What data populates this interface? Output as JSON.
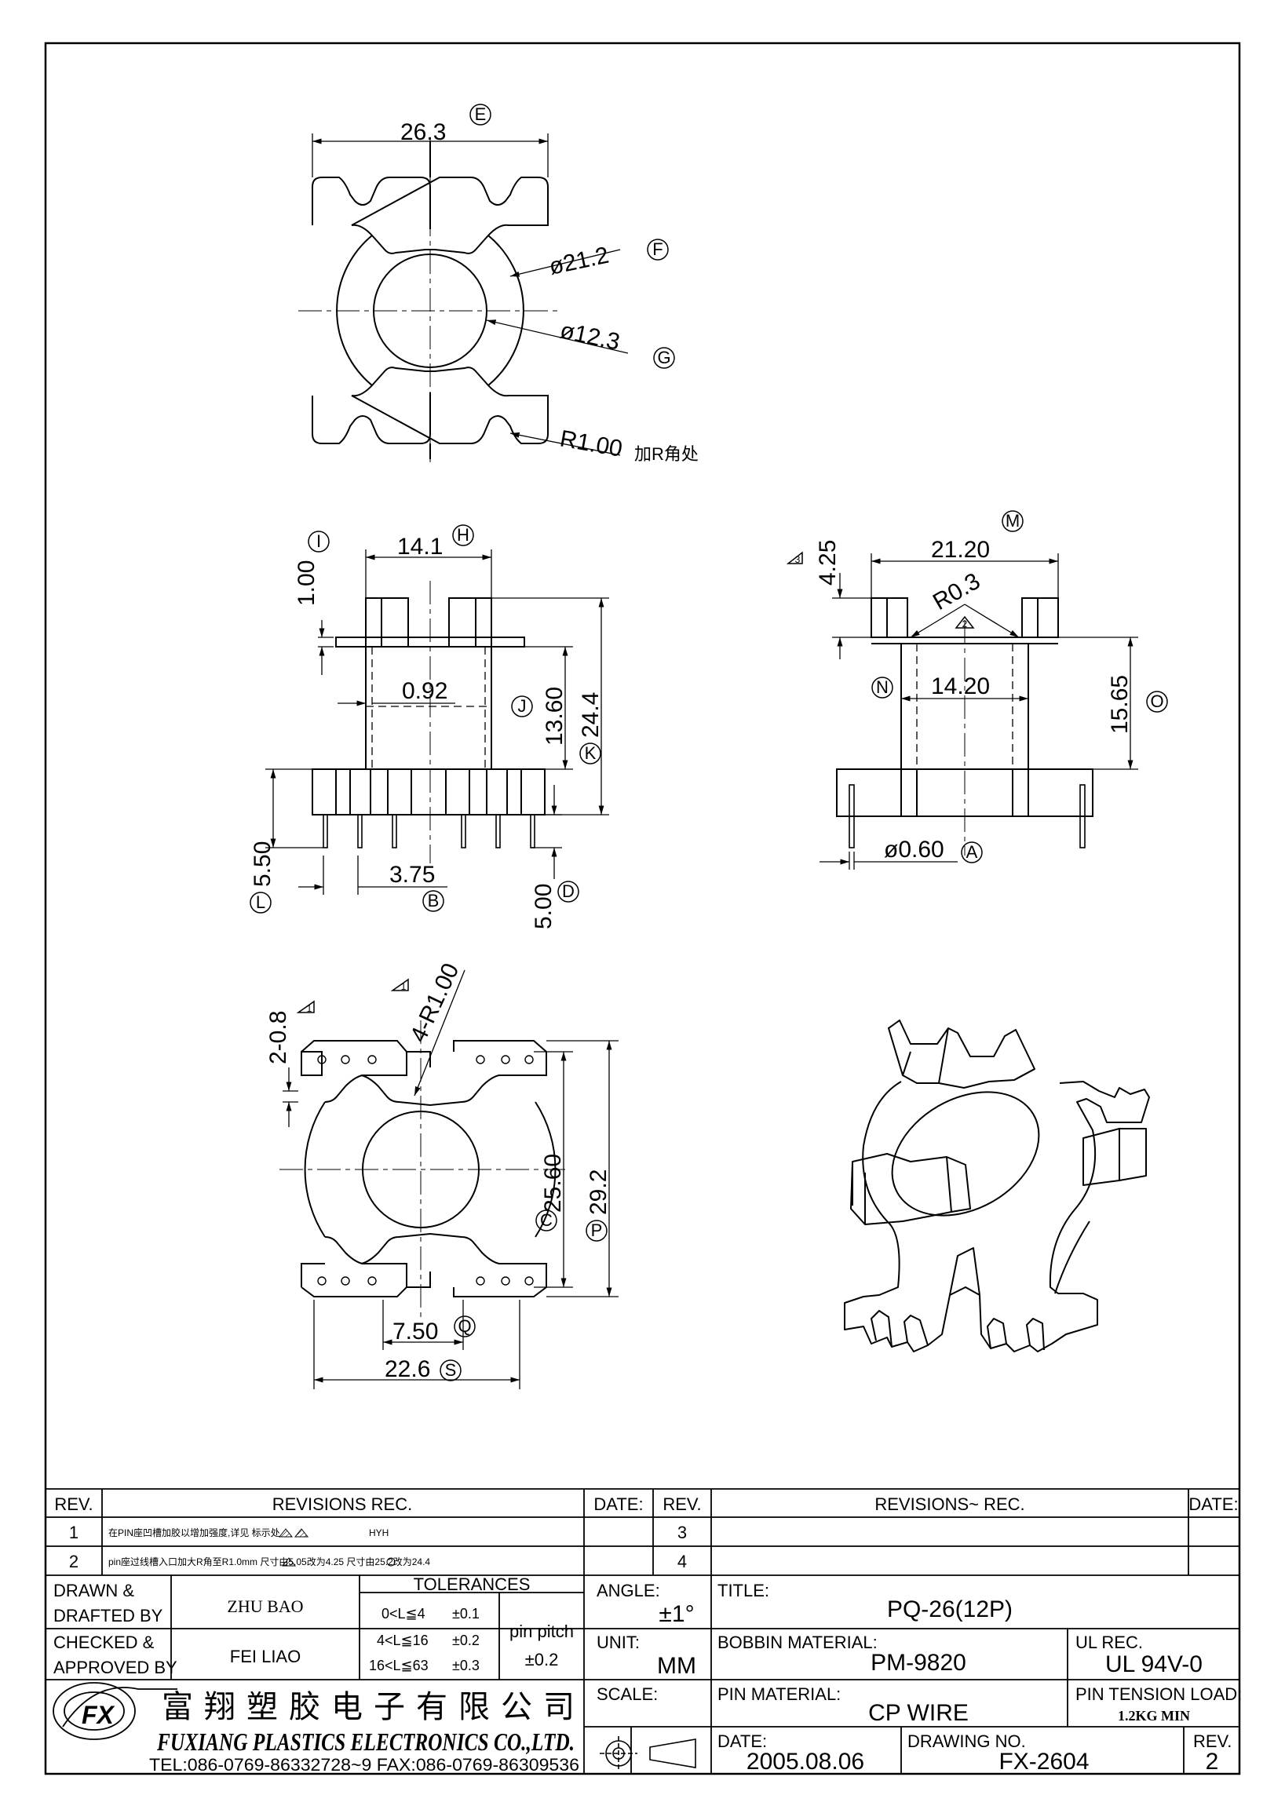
{
  "views": {
    "top": {
      "width": "26.3",
      "width_ref": "E",
      "outer_dia": "ø21.2",
      "outer_dia_ref": "F",
      "inner_dia": "ø12.3",
      "inner_dia_ref": "G",
      "radius": "R1.00",
      "radius_note": "加R角处"
    },
    "front": {
      "top_width": "14.1",
      "top_width_ref": "H",
      "flange_thk": "1.00",
      "flange_thk_ref": "I",
      "wall": "0.92",
      "winding_h": "13.60",
      "winding_h_ref": "J",
      "height": "24.4",
      "height_ref": "K",
      "pin_len": "5.50",
      "pin_len_ref": "L",
      "pin_pitch": "3.75",
      "pin_pitch_ref": "B",
      "pin_h": "5.00",
      "pin_h_ref": "D"
    },
    "side": {
      "rev_mark": "3",
      "rev_mark2": "2",
      "flange_h": "4.25",
      "top_width": "21.20",
      "top_width_ref": "M",
      "radius": "R0.3",
      "inner_width": "14.20",
      "inner_ref": "N",
      "height": "15.65",
      "height_ref": "O",
      "pin_dia": "ø0.60",
      "pin_dia_ref": "A"
    },
    "bottom": {
      "slot": "2-0.8",
      "rev_mark": "1",
      "radius": "4-R1.00",
      "inner_h": "25.60",
      "inner_h_ref": "C",
      "outer_h": "29.2",
      "outer_h_ref": "P",
      "slot_w": "7.50",
      "slot_w_ref": "Q",
      "width": "22.6",
      "width_ref": "S"
    }
  },
  "title_block": {
    "rev_header": "REV.",
    "revisions_header": "REVISIONS   REC.",
    "date_header": "DATE:",
    "rev2_header": "REV.",
    "revisions2_header": "REVISIONS~ REC.",
    "date2_header": "DATE:",
    "rev_rows": [
      {
        "rev": "1",
        "text": "在PIN座凹槽加胶以增加强度,详见       标示处",
        "extra": "HYH"
      },
      {
        "rev": "2",
        "text": "pin座过线槽入口加大R角至R1.0mm      尺寸由5.05改为4.25     尺寸由25.2改为24.4",
        "extra": ""
      }
    ],
    "rev_rows_right": [
      "3",
      "4"
    ],
    "drawn_label": [
      "DRAWN  &",
      "DRAFTED  BY"
    ],
    "drawn_by": "ZHU   BAO",
    "checked_label": [
      "CHECKED  &",
      "APPROVED  BY"
    ],
    "checked_by": "FEI  LIAO",
    "tolerances_label": "TOLERANCES",
    "tolerances": [
      {
        "range": "0<L≦4",
        "tol": "±0.1"
      },
      {
        "range": "4<L≦16",
        "tol": "±0.2"
      },
      {
        "range": "16<L≦63",
        "tol": "±0.3"
      }
    ],
    "pin_pitch_label": "pin  pitch",
    "pin_pitch_tol": "±0.2",
    "angle_label": "ANGLE:",
    "angle_value": "±1°",
    "unit_label": "UNIT:",
    "unit_value": "MM",
    "scale_label": "SCALE:",
    "title_label": "TITLE:",
    "title_value": "PQ-26(12P)",
    "bobbin_label": "BOBBIN  MATERIAL:",
    "bobbin_value": "PM-9820",
    "ul_label": "UL  REC.",
    "ul_value": "UL  94V-0",
    "pin_mat_label": "PIN  MATERIAL:",
    "pin_mat_value": "CP  WIRE",
    "tension_label": "PIN  TENSION  LOAD:",
    "tension_value": "1.2KG MIN",
    "date_label": "DATE:",
    "date_value": "2005.08.06",
    "drawing_no_label": "DRAWING  NO.",
    "drawing_no_value": "FX-2604",
    "rev_label": "REV.",
    "rev_value": "2",
    "company_cn": "富翔塑胶电子有限公司",
    "company_en": "FUXIANG  PLASTICS  ELECTRONICS  CO.,LTD.",
    "company_contact": "TEL:086-0769-86332728~9   FAX:086-0769-86309536",
    "logo_text": "FX"
  }
}
